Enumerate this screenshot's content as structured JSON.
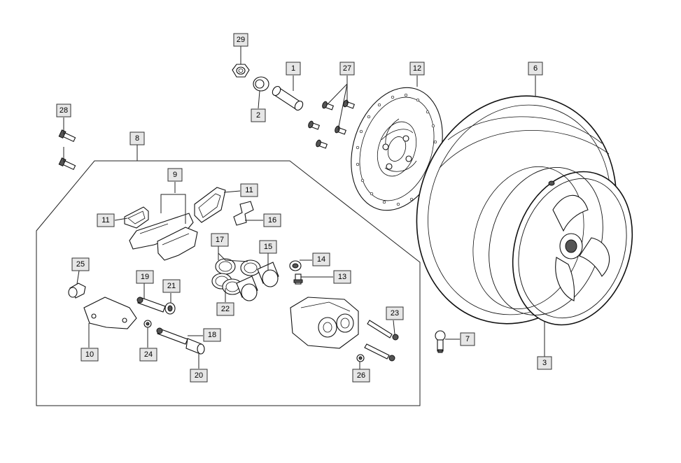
{
  "callouts": [
    {
      "id": "1",
      "label": "1"
    },
    {
      "id": "2",
      "label": "2"
    },
    {
      "id": "3",
      "label": "3"
    },
    {
      "id": "6",
      "label": "6"
    },
    {
      "id": "7",
      "label": "7"
    },
    {
      "id": "8",
      "label": "8"
    },
    {
      "id": "9",
      "label": "9"
    },
    {
      "id": "10",
      "label": "10"
    },
    {
      "id": "11a",
      "label": "11"
    },
    {
      "id": "11b",
      "label": "11"
    },
    {
      "id": "12",
      "label": "12"
    },
    {
      "id": "13",
      "label": "13"
    },
    {
      "id": "14",
      "label": "14"
    },
    {
      "id": "15",
      "label": "15"
    },
    {
      "id": "16",
      "label": "16"
    },
    {
      "id": "17",
      "label": "17"
    },
    {
      "id": "18",
      "label": "18"
    },
    {
      "id": "19",
      "label": "19"
    },
    {
      "id": "20",
      "label": "20"
    },
    {
      "id": "21",
      "label": "21"
    },
    {
      "id": "22",
      "label": "22"
    },
    {
      "id": "23",
      "label": "23"
    },
    {
      "id": "24",
      "label": "24"
    },
    {
      "id": "25",
      "label": "25"
    },
    {
      "id": "26",
      "label": "26"
    },
    {
      "id": "27",
      "label": "27"
    },
    {
      "id": "28",
      "label": "28"
    },
    {
      "id": "29",
      "label": "29"
    }
  ]
}
